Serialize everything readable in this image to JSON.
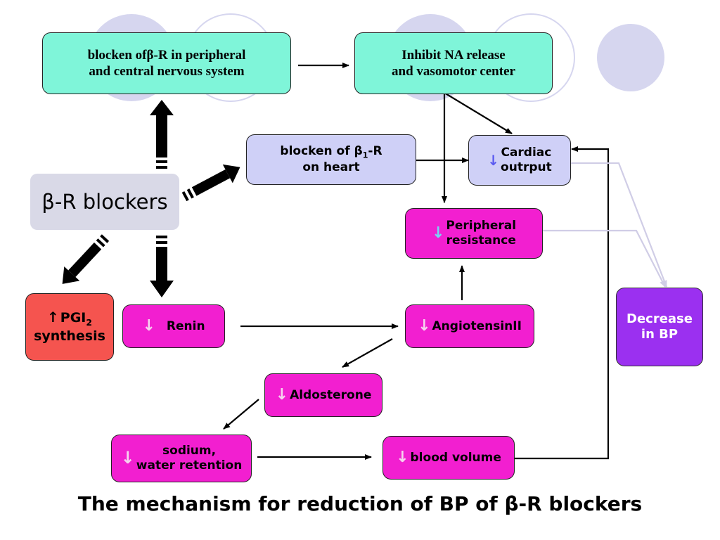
{
  "nodes": {
    "blocker": "β-R blockers",
    "blocken_peripheral_line1": "blocken ofβ-R in  peripheral",
    "blocken_peripheral_line2": "and central nervous system",
    "inhibit_na_line1": "Inhibit NA release",
    "inhibit_na_line2": "and vasomotor center",
    "blocken_b1_line1_pre": "blocken of β",
    "blocken_b1_sub": "1",
    "blocken_b1_line1_post": "-R",
    "blocken_b1_line2": "on heart",
    "cardiac_line1": "Cardiac",
    "cardiac_line2": "outrput",
    "peripheral_line1": "Peripheral",
    "peripheral_line2": "resistance",
    "pgi_pre": "PGI",
    "pgi_sub": "2",
    "pgi_line2": "synthesis",
    "renin": "Renin",
    "angiotensin": "AngiotensinII",
    "aldosterone": "Aldosterone",
    "sodium_line1": "sodium,",
    "sodium_line2": "water retention",
    "blood_volume": "blood volume",
    "decrease_line1": "Decrease",
    "decrease_line2": "in BP"
  },
  "symbols": {
    "down": "↓",
    "up": "↑"
  },
  "colors": {
    "teal": "#7ff5d9",
    "lavender": "#cfd0f7",
    "magenta": "#f21fd0",
    "red": "#f5544f",
    "purple": "#9b30f0",
    "circle_fill": "#d6d6ef"
  },
  "title": "The mechanism for reduction of BP of β-R blockers"
}
